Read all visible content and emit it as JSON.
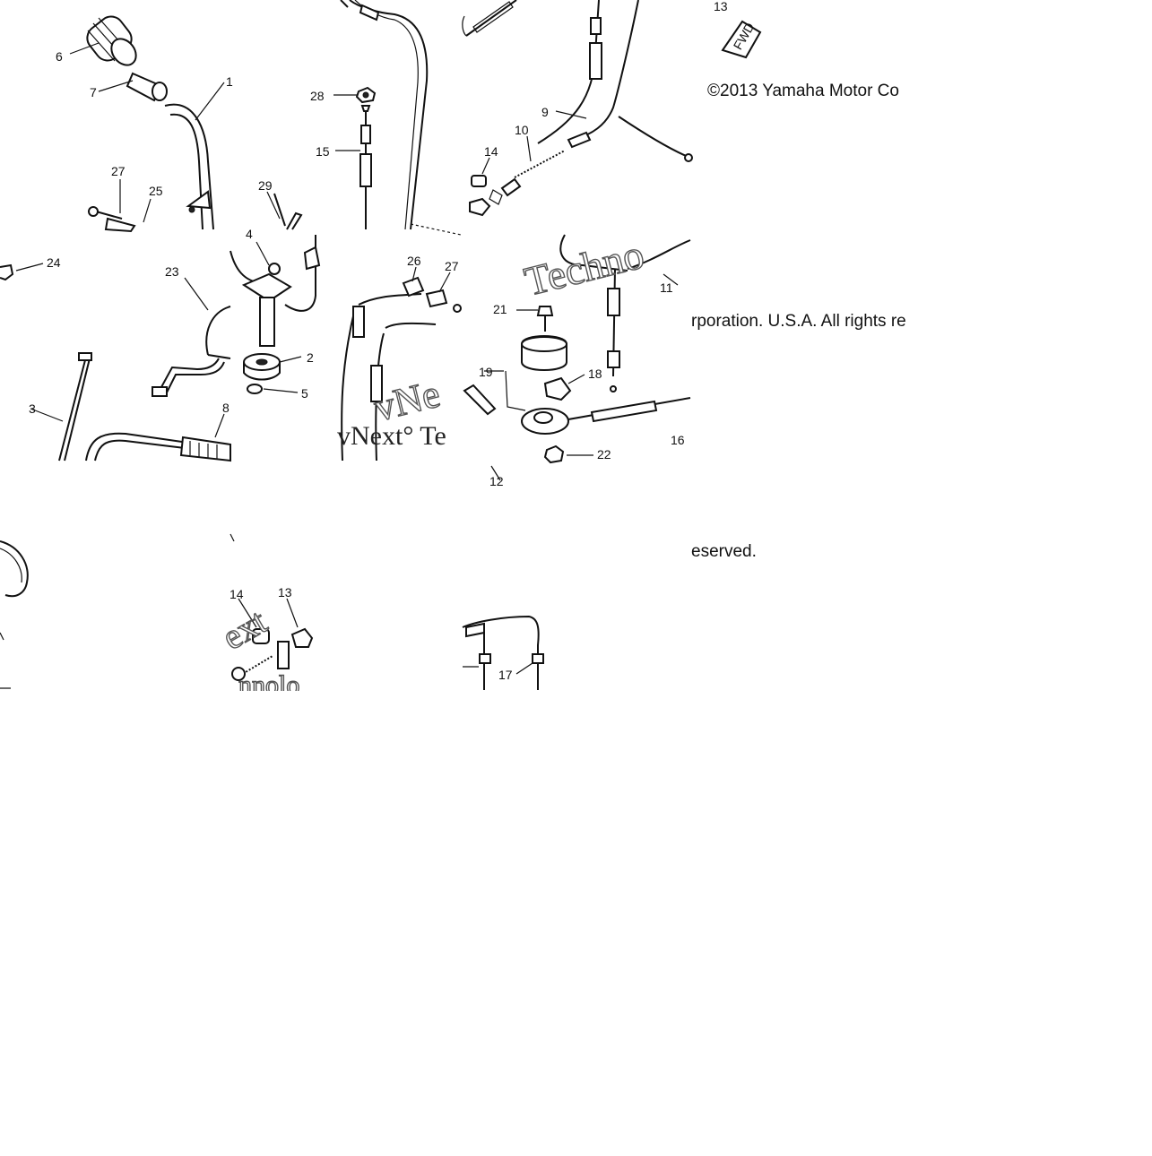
{
  "copyright": {
    "line1": "©2013 Yamaha Motor Co",
    "line2": "rporation. U.S.A. All rights re",
    "line3": "eserved."
  },
  "watermarks": {
    "wm_a": "Techno",
    "wm_b": "vNext° Te",
    "wm_c": "vNe",
    "wm_d": "ext",
    "wm_e": "nnolo"
  },
  "fwd_mark": "FWD",
  "part_labels": {
    "p6": "6",
    "p7": "7",
    "p1": "1",
    "p27a": "27",
    "p25": "25",
    "p28": "28",
    "p15": "15",
    "p29": "29",
    "p9": "9",
    "p10": "10",
    "p14a": "14",
    "p13a": "13",
    "p24": "24",
    "p23": "23",
    "p4": "4",
    "p2": "2",
    "p5": "5",
    "p3": "3",
    "p8": "8",
    "p26": "26",
    "p27b": "27",
    "p21": "21",
    "p11": "11",
    "p19": "19",
    "p18": "18",
    "p22": "22",
    "p16": "16",
    "p12": "12",
    "p14b": "14",
    "p13b": "13",
    "p17": "17"
  }
}
